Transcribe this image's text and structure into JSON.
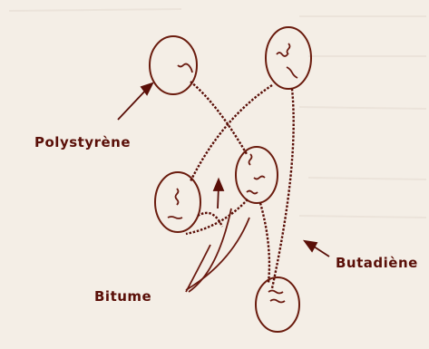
{
  "labels": {
    "polystyrene": "Polystyrène",
    "bitume": "Bitume",
    "butadiene": "Butadiène"
  },
  "colors": {
    "paper": "#f4eee6",
    "ink": "#5a0f08",
    "line": "#6a1a10"
  }
}
